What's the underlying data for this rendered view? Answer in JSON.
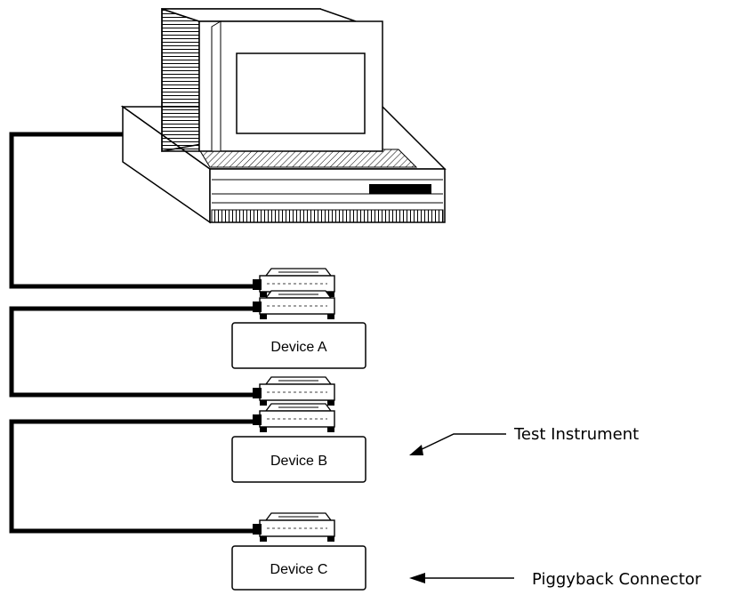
{
  "diagram": {
    "devices": [
      {
        "id": "a",
        "label": "Device A"
      },
      {
        "id": "b",
        "label": "Device B"
      },
      {
        "id": "c",
        "label": "Device C"
      }
    ],
    "callouts": {
      "test_instrument": "Test Instrument",
      "piggyback_connector": "Piggyback Connector"
    }
  }
}
